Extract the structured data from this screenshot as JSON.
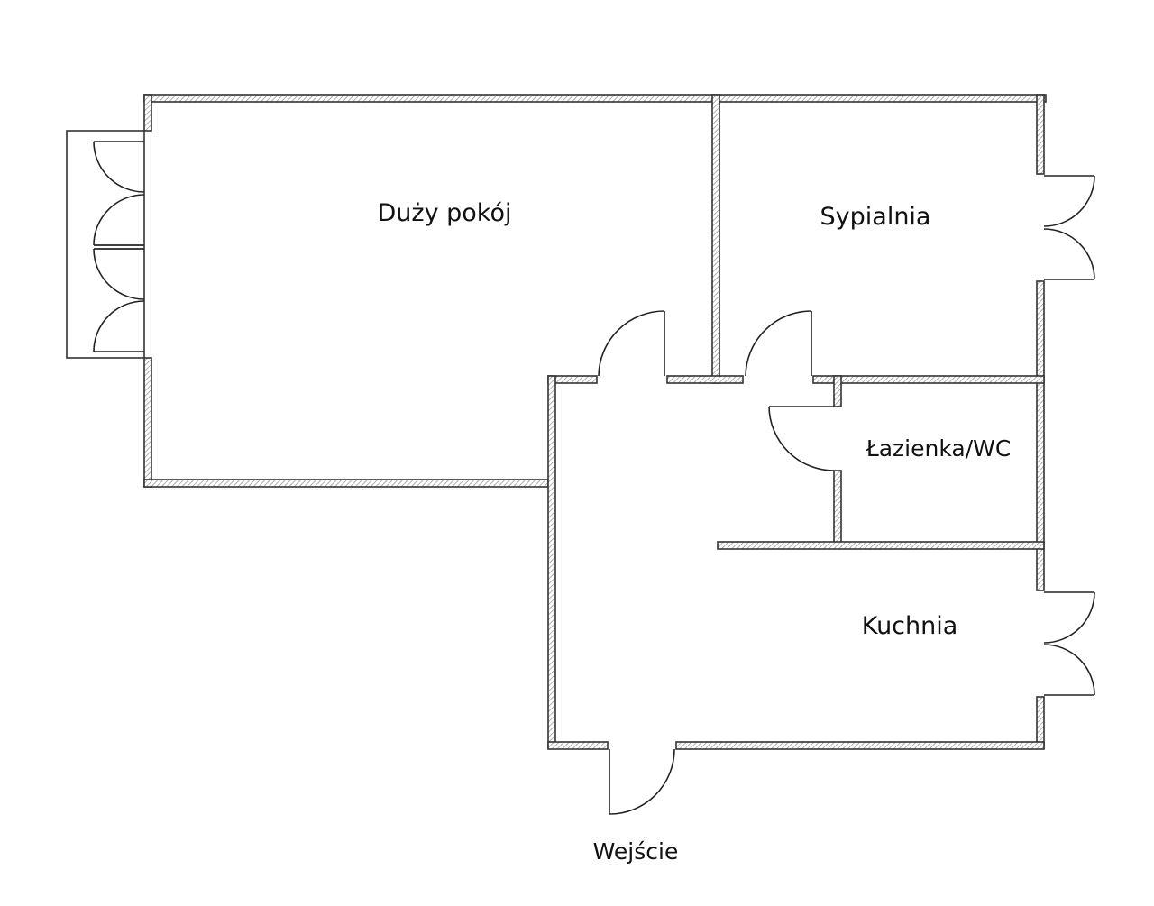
{
  "plan": {
    "rooms": {
      "living_room": "Duży pokój",
      "bedroom": "Sypialnia",
      "bathroom": "Łazienka/WC",
      "kitchen": "Kuchnia"
    },
    "entrance_label": "Wejście"
  },
  "colors": {
    "wall_line": "#333333",
    "hatch": "#9a9a9a",
    "background": "#ffffff",
    "text": "#111111"
  }
}
